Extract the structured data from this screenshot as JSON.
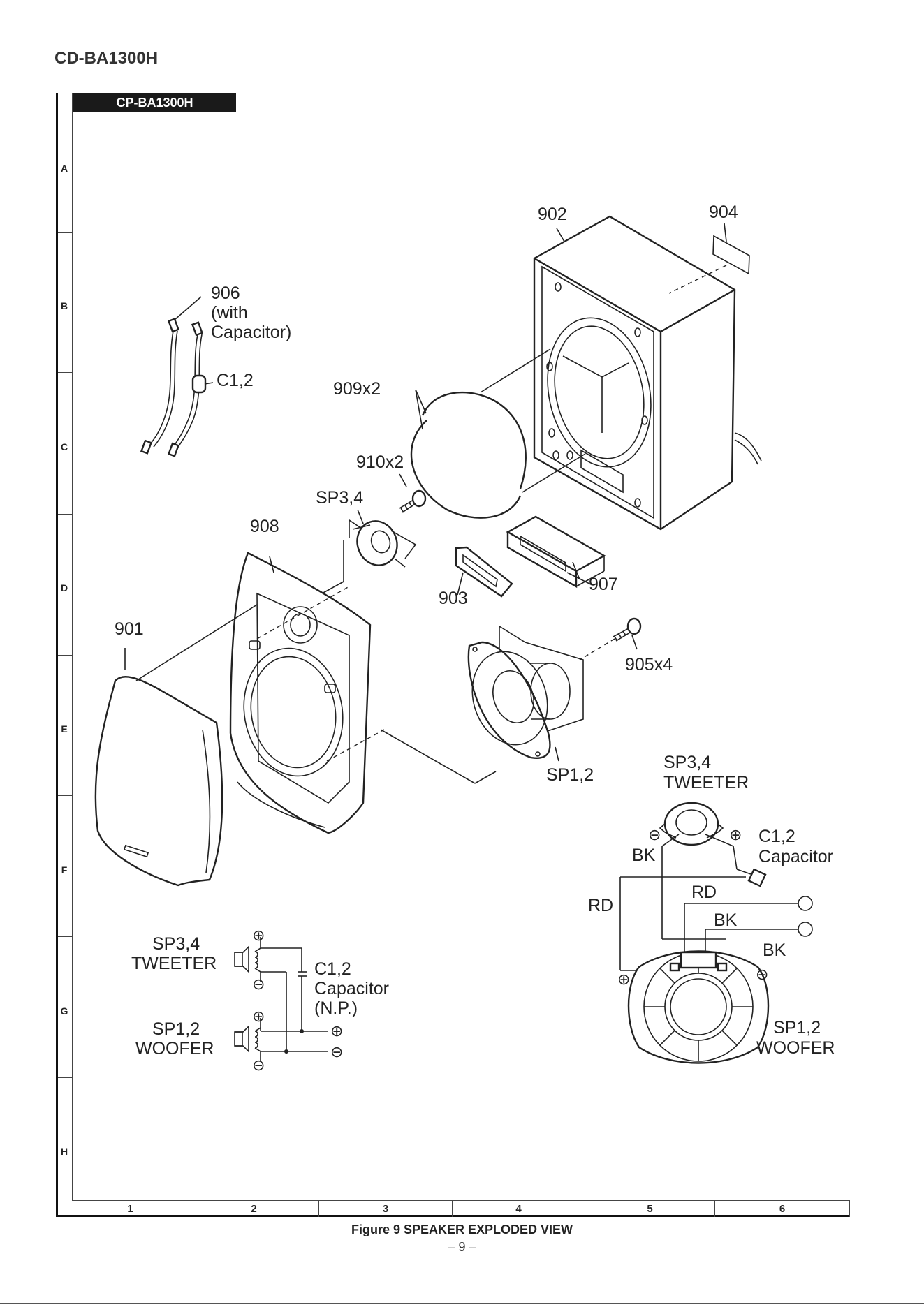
{
  "header": {
    "model": "CD-BA1300H",
    "subtitle_tag": "CP-BA1300H"
  },
  "grid": {
    "rows": [
      "A",
      "B",
      "C",
      "D",
      "E",
      "F",
      "G",
      "H"
    ],
    "cols": [
      "1",
      "2",
      "3",
      "4",
      "5",
      "6"
    ]
  },
  "parts": {
    "p902": "902",
    "p904": "904",
    "p906": "906",
    "p906_note1": "(with",
    "p906_note2": "Capacitor)",
    "c12": "C1,2",
    "p909": "909x2",
    "p910": "910x2",
    "sp34": "SP3,4",
    "p908": "908",
    "p903": "903",
    "p907": "907",
    "p901": "901",
    "p905": "905x4",
    "sp12": "SP1,2"
  },
  "schematic": {
    "tweeter_l1": "SP3,4",
    "tweeter_l2": "TWEETER",
    "cap_l1": "C1,2",
    "cap_l2": "Capacitor",
    "cap_l3": "(N.P.)",
    "woofer_l1": "SP1,2",
    "woofer_l2": "WOOFER",
    "plus": "⊕",
    "minus": "⊖"
  },
  "wiring": {
    "tweeter_l1": "SP3,4",
    "tweeter_l2": "TWEETER",
    "cap_l1": "C1,2",
    "cap_l2": "Capacitor",
    "bk": "BK",
    "rd": "RD",
    "woofer_l1": "SP1,2",
    "woofer_l2": "WOOFER"
  },
  "footer": {
    "caption": "Figure 9 SPEAKER EXPLODED VIEW",
    "page": "– 9 –"
  }
}
